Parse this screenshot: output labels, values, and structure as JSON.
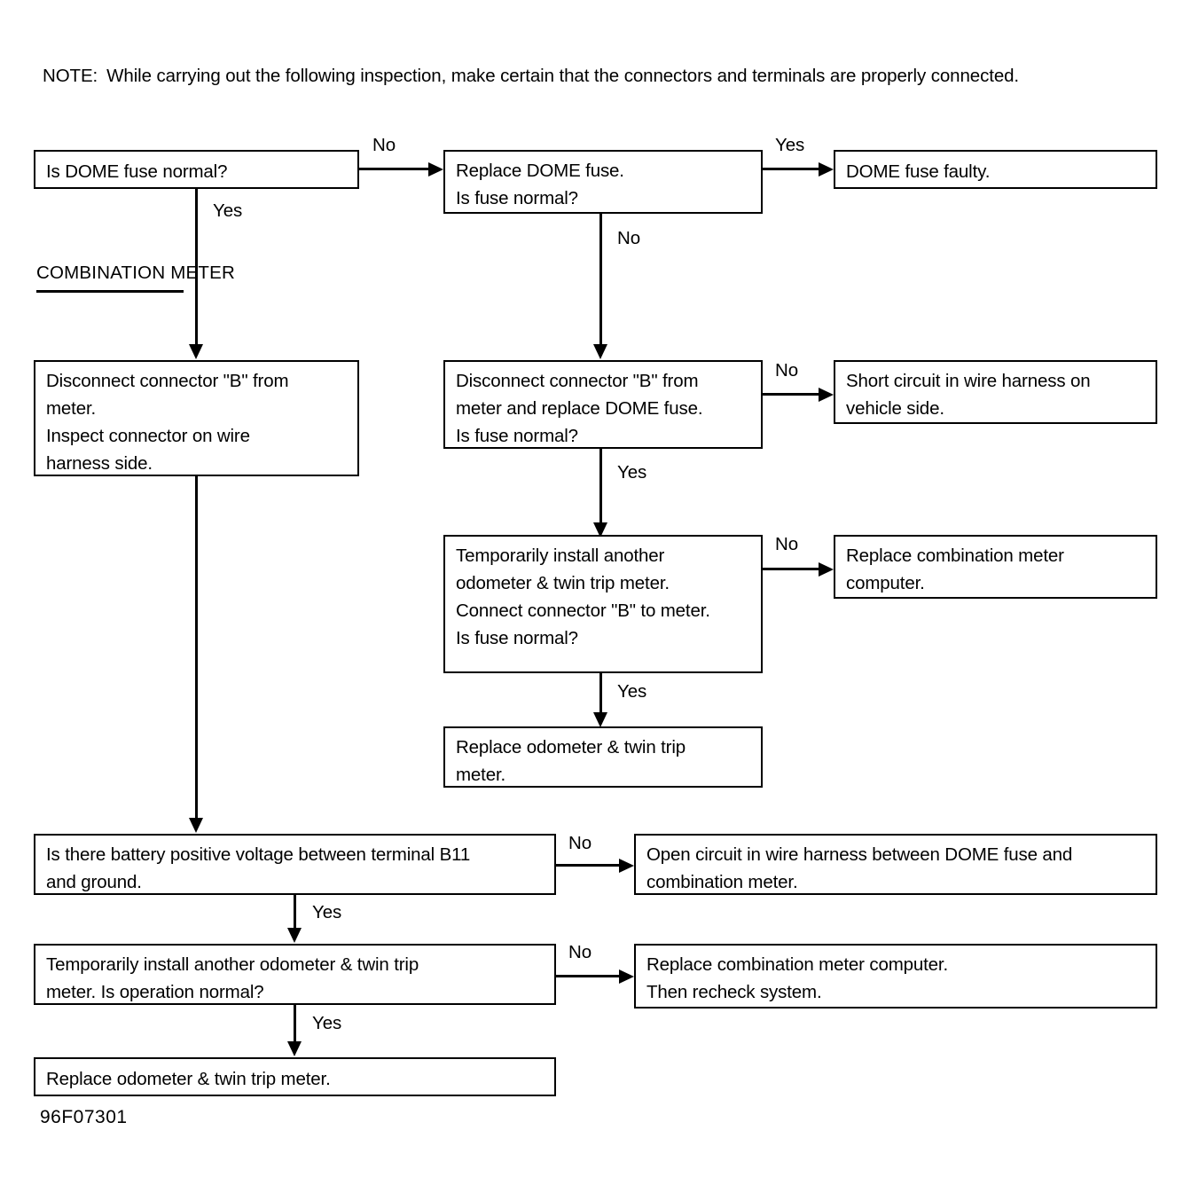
{
  "note": {
    "keyword": "NOTE:",
    "text": "While carrying out the following inspection, make certain that the connectors and terminals are properly connected."
  },
  "group_label": {
    "line1": "COMBINATION",
    "line2": "METER"
  },
  "figure_code": "96F07301",
  "edge_labels": {
    "no": "No",
    "yes": "Yes"
  },
  "flowchart": {
    "type": "flowchart",
    "nodes": [
      {
        "id": "n1",
        "lines": [
          "Is DOME fuse normal?"
        ]
      },
      {
        "id": "n2",
        "lines": [
          "Replace DOME fuse.",
          "Is fuse normal?"
        ]
      },
      {
        "id": "n3",
        "lines": [
          "DOME fuse faulty."
        ]
      },
      {
        "id": "n4",
        "lines": [
          "Disconnect connector \"B\" from",
          "meter.",
          "Inspect connector on wire",
          "harness side."
        ]
      },
      {
        "id": "n5",
        "lines": [
          "Disconnect connector \"B\" from",
          "meter and replace DOME fuse.",
          "Is fuse normal?"
        ]
      },
      {
        "id": "n6",
        "lines": [
          "Short circuit in wire harness on",
          "vehicle side."
        ]
      },
      {
        "id": "n7",
        "lines": [
          "Temporarily install another",
          "odometer & twin trip meter.",
          "Connect connector \"B\" to meter.",
          "Is fuse normal?"
        ]
      },
      {
        "id": "n8",
        "lines": [
          "Replace combination meter",
          "computer."
        ]
      },
      {
        "id": "n9",
        "lines": [
          "Replace odometer & twin trip",
          "meter."
        ]
      },
      {
        "id": "n10",
        "lines": [
          "Is there battery positive voltage between terminal B11",
          "and ground."
        ]
      },
      {
        "id": "n11",
        "lines": [
          "Open circuit in wire harness between DOME fuse and",
          "combination meter."
        ]
      },
      {
        "id": "n12",
        "lines": [
          "Temporarily install another odometer & twin trip",
          "meter. Is operation normal?"
        ]
      },
      {
        "id": "n13",
        "lines": [
          "Replace combination meter computer.",
          "Then recheck system."
        ]
      },
      {
        "id": "n14",
        "lines": [
          "Replace odometer & twin trip meter."
        ]
      }
    ],
    "edges": [
      {
        "from": "n1",
        "to": "n2",
        "label": "No"
      },
      {
        "from": "n1",
        "to": "n4",
        "label": "Yes"
      },
      {
        "from": "n2",
        "to": "n3",
        "label": "Yes"
      },
      {
        "from": "n2",
        "to": "n5",
        "label": "No"
      },
      {
        "from": "n5",
        "to": "n6",
        "label": "No"
      },
      {
        "from": "n5",
        "to": "n7",
        "label": "Yes"
      },
      {
        "from": "n7",
        "to": "n8",
        "label": "No"
      },
      {
        "from": "n7",
        "to": "n9",
        "label": "Yes"
      },
      {
        "from": "n4",
        "to": "n10",
        "label": ""
      },
      {
        "from": "n10",
        "to": "n11",
        "label": "No"
      },
      {
        "from": "n10",
        "to": "n12",
        "label": "Yes"
      },
      {
        "from": "n12",
        "to": "n13",
        "label": "No"
      },
      {
        "from": "n12",
        "to": "n14",
        "label": "Yes"
      }
    ]
  }
}
